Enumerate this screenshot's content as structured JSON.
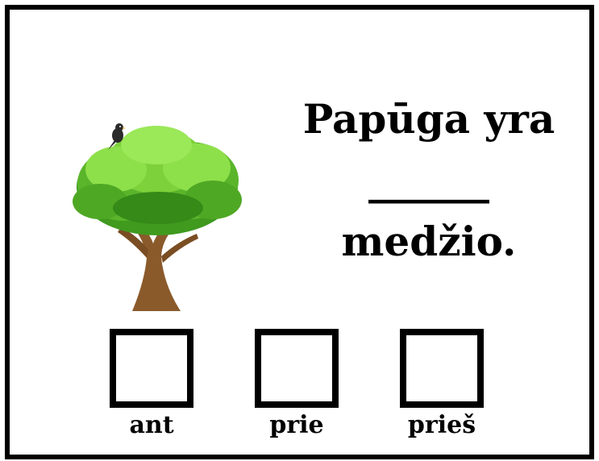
{
  "sentence": {
    "line1": "Papūga yra",
    "blank": "______",
    "line3": "medžio."
  },
  "choices": [
    {
      "label": "ant"
    },
    {
      "label": "prie"
    },
    {
      "label": "prieš"
    }
  ],
  "colors": {
    "border": "#000000",
    "leaf_light": "#7dd13a",
    "leaf_dark": "#3f9a1e",
    "trunk": "#8a5a2b",
    "bird": "#2b2b2b"
  }
}
